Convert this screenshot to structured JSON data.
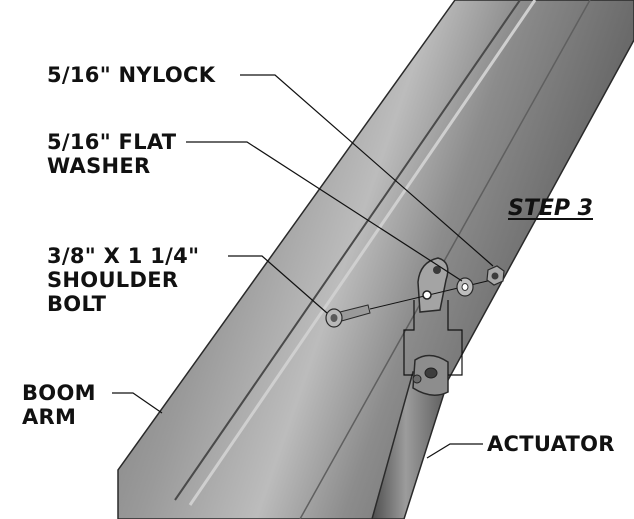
{
  "step": {
    "text": "STEP 3"
  },
  "callouts": {
    "nylock": "5/16\" NYLOCK",
    "washer": [
      "5/16\" FLAT",
      "WASHER"
    ],
    "bolt": [
      "3/8\" X 1 1/4\"",
      "SHOULDER",
      "BOLT"
    ],
    "boom": [
      "BOOM",
      "ARM"
    ],
    "actuator": "ACTUATOR"
  },
  "colors": {
    "boom_metal": "#8a8a8a",
    "boom_highlight": "#b4b4b4",
    "boom_shadow": "#555555",
    "text": "#111111"
  }
}
